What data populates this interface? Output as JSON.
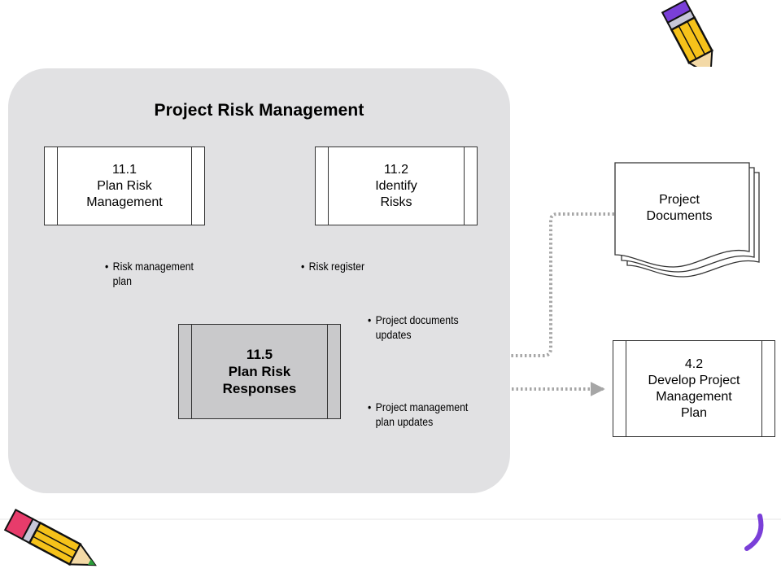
{
  "group": {
    "title": "Project Risk Management"
  },
  "processes": {
    "plan_risk_management": {
      "number": "11.1",
      "lines": [
        "Plan Risk",
        "Management"
      ]
    },
    "identify_risks": {
      "number": "11.2",
      "lines": [
        "Identify",
        "Risks"
      ]
    },
    "plan_risk_responses": {
      "number": "11.5",
      "lines": [
        "Plan Risk",
        "Responses"
      ]
    },
    "develop_pm_plan": {
      "number": "4.2",
      "lines": [
        "Develop Project",
        "Management",
        "Plan"
      ]
    }
  },
  "documents": {
    "project_documents": {
      "lines": [
        "Project",
        "Documents"
      ]
    }
  },
  "flows": {
    "risk_management_plan": {
      "bullet": "•",
      "lines": [
        "Risk management",
        "plan"
      ]
    },
    "risk_register": {
      "bullet": "•",
      "lines": [
        "Risk register"
      ]
    },
    "project_documents_updates": {
      "bullet": "•",
      "lines": [
        "Project documents",
        "updates"
      ]
    },
    "pm_plan_updates": {
      "bullet": "•",
      "lines": [
        "Project management",
        "plan updates"
      ]
    }
  },
  "colors": {
    "group_background": "#e1e1e3",
    "main_process_fill": "#c9c9cb",
    "inbound_arrow": "#222222",
    "external_arrow": "#a6a6a6",
    "pencil_yellow": "#f6c21a",
    "pencil_pink": "#e73c6b",
    "accent_purple": "#7a3fd8"
  },
  "decorations": {
    "top_right": "pencil-clipart-icon",
    "bottom_left": "pencil-clipart-icon",
    "bottom_right": "purple-curve-icon"
  }
}
